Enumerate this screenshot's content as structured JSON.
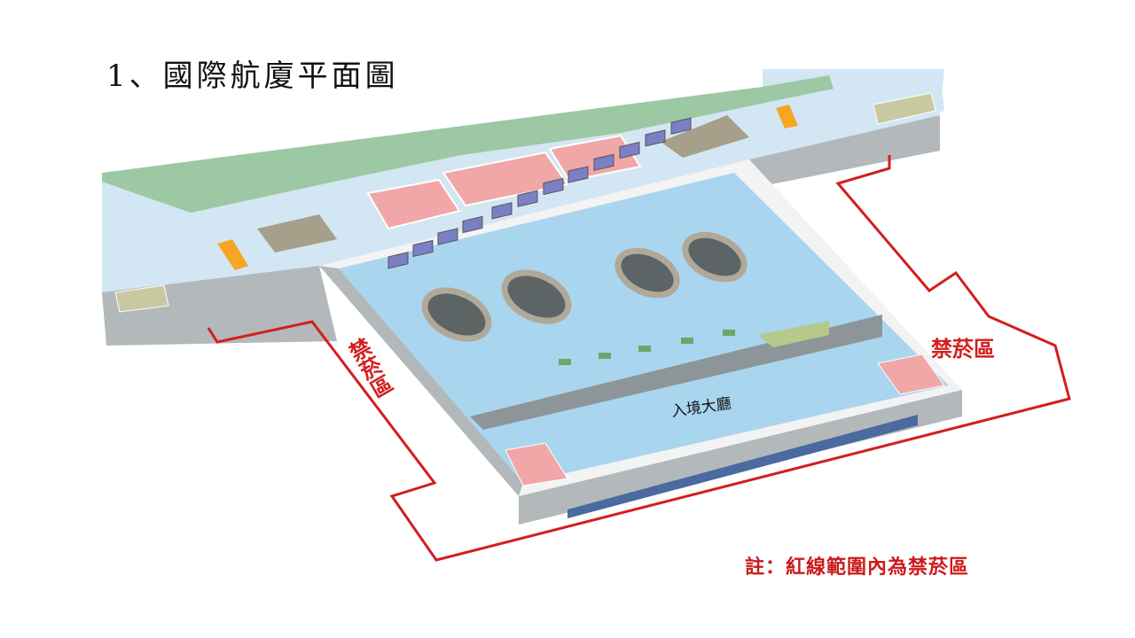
{
  "title": "1、國際航廈平面圖",
  "note": "註：紅線範圍內為禁菸區",
  "labels": {
    "no_smoking_left": "禁菸區",
    "no_smoking_right": "禁菸區",
    "arrival_hall": "入境大廳"
  },
  "colors": {
    "no_smoking_line": "#d21e1e",
    "hall_floor": "#a9d5ef",
    "corridor_floor": "#d3e6f3",
    "wall": "#b3b8bb",
    "counter": "#f1a7a7",
    "green": "#6aa86a"
  }
}
